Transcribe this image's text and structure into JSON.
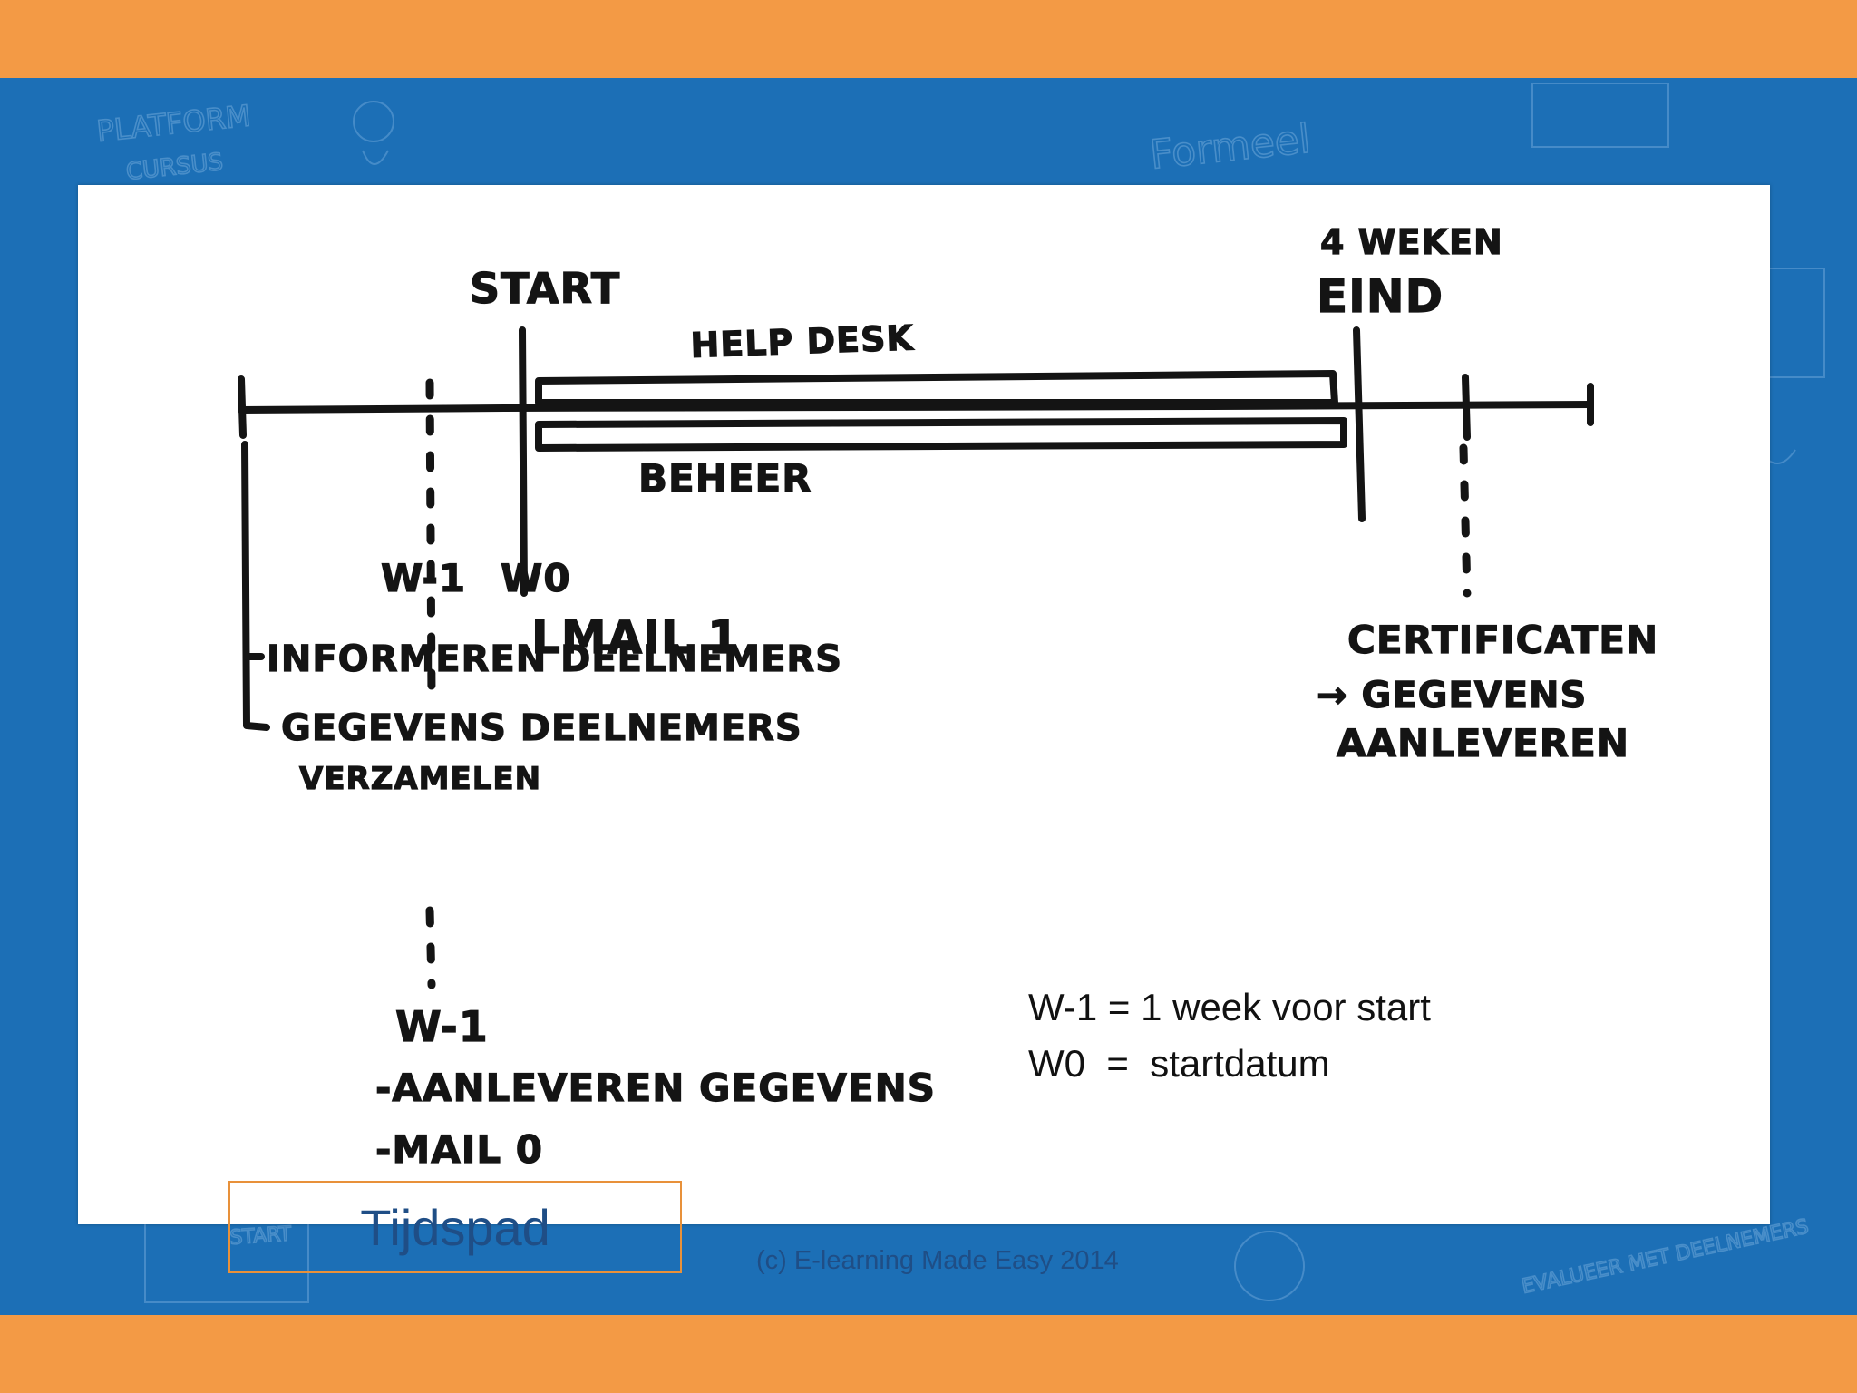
{
  "diagram": {
    "labels": {
      "start": "START",
      "four_weeks": "4 WEKEN",
      "eind": "EIND",
      "helpdesk": "HELP DESK",
      "beheer": "BEHEER",
      "w_minus_1": "W-1",
      "w0": "W0",
      "lmail1": "LMAIL 1",
      "certificaten": "CERTIFICATEN",
      "gegevens_arrow": "→ GEGEVENS",
      "aanleveren": "AANLEVEREN",
      "informeren": "INFORMEREN DEELNEMERS",
      "gegevens_deelnemers": "GEGEVENS DEELNEMERS",
      "verzamelen": "VERZAMELEN",
      "w_minus_1_bottom": "W-1",
      "aanleveren_gegevens": "-AANLEVEREN GEGEVENS",
      "mail0": "-MAIL 0"
    },
    "legend": [
      "W-1 = 1 week voor start",
      "W0  =  startdatum"
    ]
  },
  "slide": {
    "title": "Tijdspad",
    "copyright": "(c) E-learning Made Easy 2014"
  },
  "background": {
    "doodle_texts": [
      "PLATFORM",
      "CURSUS",
      "Formeel",
      "START",
      "EVALUEER MET DEELNEMERS"
    ]
  },
  "colors": {
    "top_bottom_bar": "#f39a45",
    "background_blue": "#1c6fb6",
    "title_border": "#e8913a",
    "title_text": "#1f4e86"
  }
}
